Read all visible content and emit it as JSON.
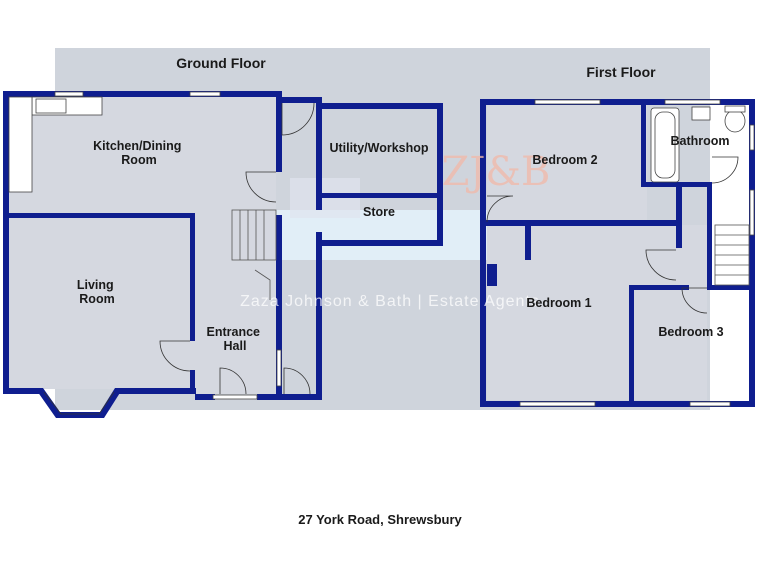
{
  "floors": {
    "ground": {
      "title": "Ground Floor"
    },
    "first": {
      "title": "First Floor"
    }
  },
  "rooms": {
    "kitchen_line1": "Kitchen/Dining",
    "kitchen_line2": "Room",
    "living_line1": "Living",
    "living_line2": "Room",
    "entrance_line1": "Entrance",
    "entrance_line2": "Hall",
    "utility": "Utility/Workshop",
    "store": "Store",
    "bedroom1": "Bedroom 1",
    "bedroom2": "Bedroom 2",
    "bedroom3": "Bedroom 3",
    "bathroom": "Bathroom"
  },
  "watermark": {
    "logo": "ZJ&B",
    "text": "Zaza Johnson & Bath  |  Estate Agents"
  },
  "caption": "27 York Road, Shrewsbury",
  "colors": {
    "wall": "#0f1e8f",
    "overlay": "#c7ccd6",
    "logo": "#f2b8a8"
  }
}
